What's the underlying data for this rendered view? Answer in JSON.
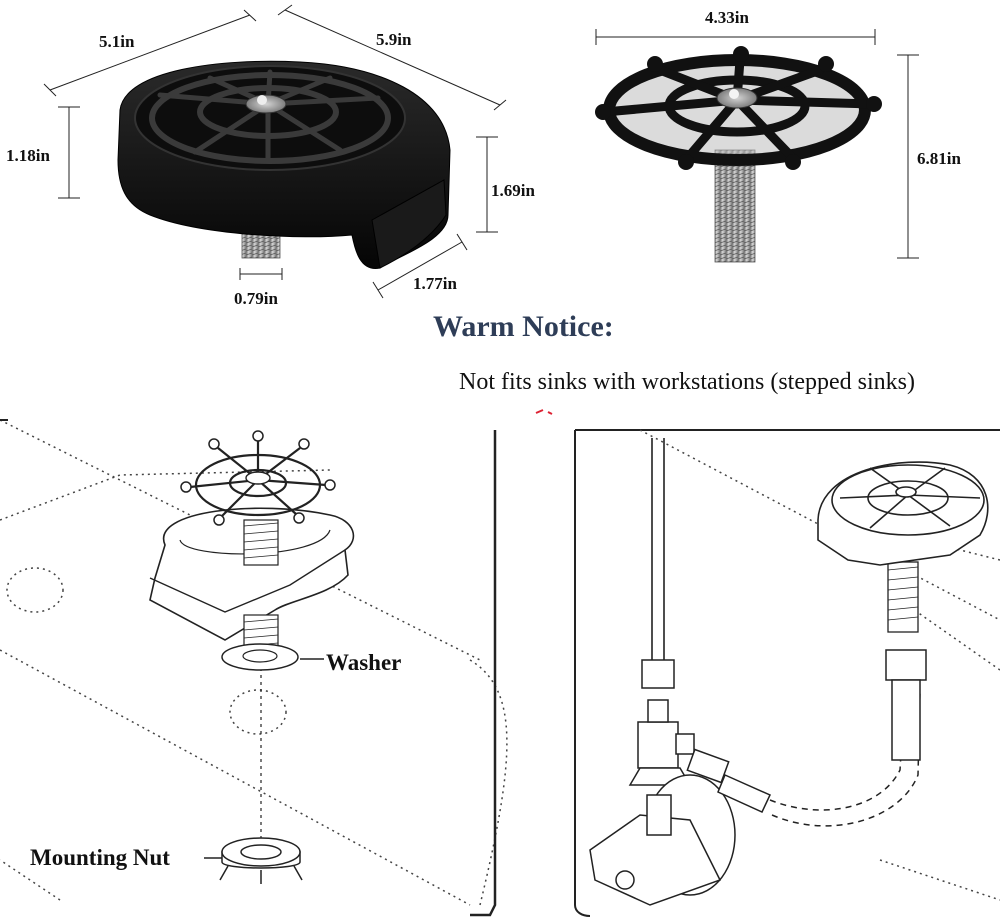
{
  "dimensions": {
    "top_width": "5.1in",
    "top_depth": "5.9in",
    "body_height": "1.18in",
    "spout_height": "1.69in",
    "thread_diameter": "0.79in",
    "spout_width": "1.77in",
    "wheel_diameter": "4.33in",
    "total_height": "6.81in"
  },
  "notice": {
    "title": "Warm Notice:",
    "text": "Not fits sinks with workstations (stepped sinks)"
  },
  "parts": {
    "washer": "Washer",
    "mounting_nut": "Mounting Nut"
  },
  "colors": {
    "product_black": "#111111",
    "steel": "#9a9a9a",
    "notice_title": "#2e3d57",
    "line_art": "#222222"
  }
}
